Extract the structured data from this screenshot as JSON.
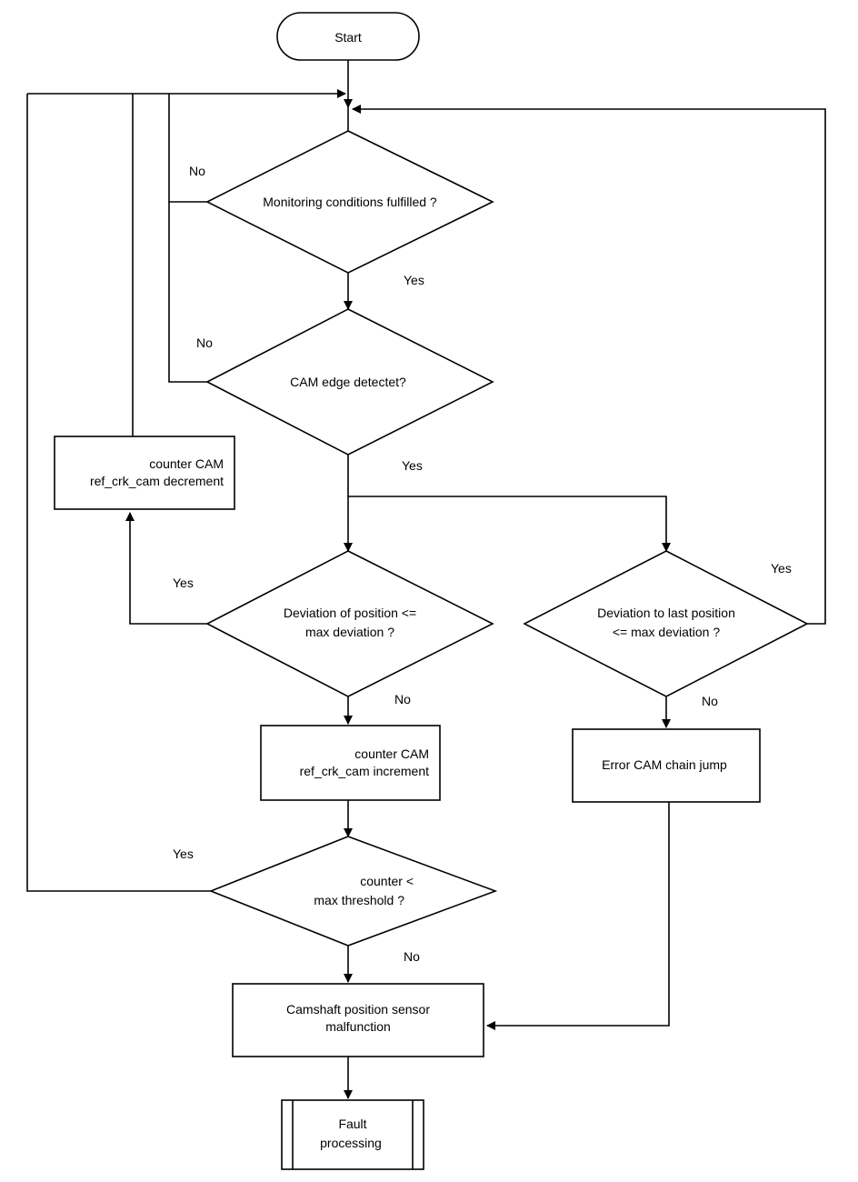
{
  "nodes": {
    "start": {
      "label": "Start"
    },
    "monitoring": {
      "line1": "Monitoring conditions fulfilled ?"
    },
    "cam_edge": {
      "line1": "CAM edge detectet?"
    },
    "decrement": {
      "line1": "counter CAM",
      "line2": "ref_crk_cam decrement"
    },
    "dev_pos": {
      "line1": "Deviation of position <=",
      "line2": "max deviation ?"
    },
    "dev_last": {
      "line1": "Deviation to last position",
      "line2": "<= max deviation ?"
    },
    "increment": {
      "line1": "counter CAM",
      "line2": "ref_crk_cam increment"
    },
    "chain_jump": {
      "line1": "Error CAM chain jump"
    },
    "threshold": {
      "line1": "counter <",
      "line2": "max threshold ?"
    },
    "malfunction": {
      "line1": "Camshaft position sensor",
      "line2": "malfunction"
    },
    "fault": {
      "line1": "Fault",
      "line2": "processing"
    }
  },
  "edge_labels": {
    "monitoring_no": "No",
    "monitoring_yes": "Yes",
    "cam_edge_no": "No",
    "cam_edge_yes": "Yes",
    "dev_pos_yes": "Yes",
    "dev_pos_no": "No",
    "dev_last_yes": "Yes",
    "dev_last_no": "No",
    "threshold_yes": "Yes",
    "threshold_no": "No"
  }
}
